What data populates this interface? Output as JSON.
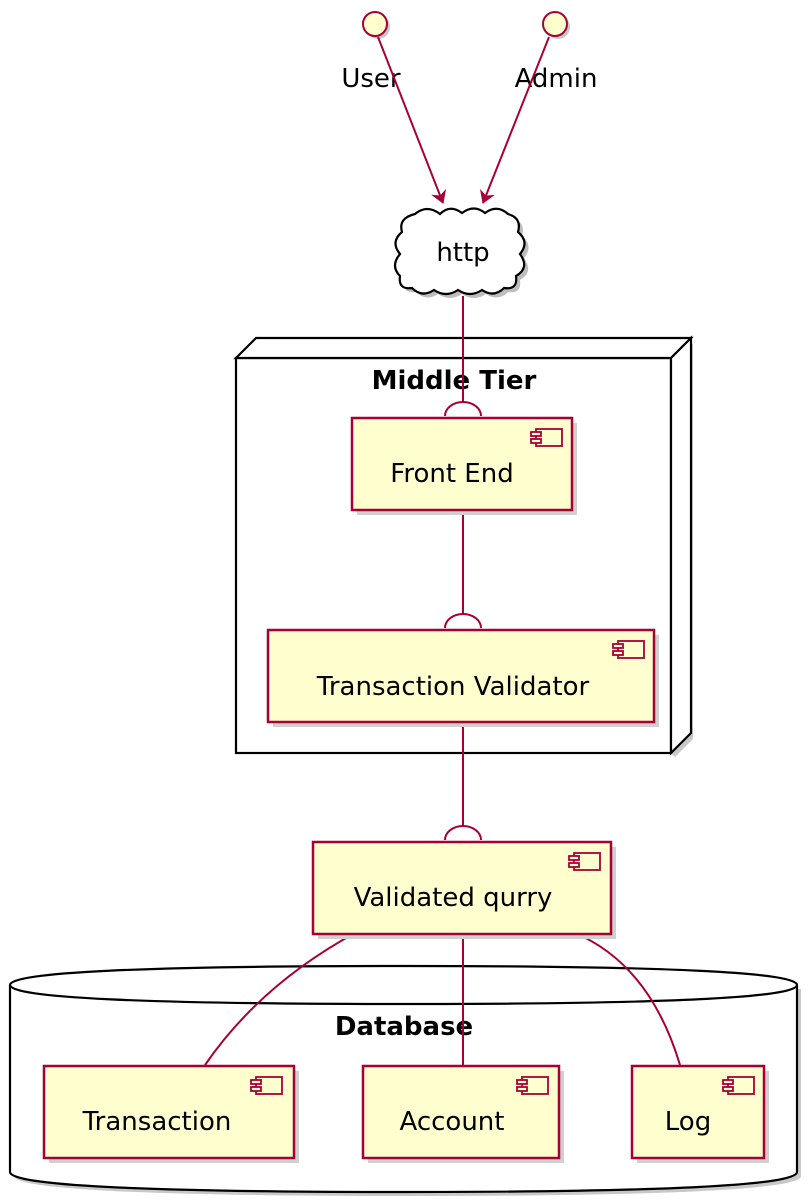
{
  "colors": {
    "component_fill": "#FEFECE",
    "component_border": "#A80036",
    "edge": "#A80036",
    "container_border": "#000000"
  },
  "actors": [
    {
      "id": "user",
      "label": "User"
    },
    {
      "id": "admin",
      "label": "Admin"
    }
  ],
  "cloud": {
    "label": "http"
  },
  "containers": {
    "middle_tier": {
      "label": "Middle Tier",
      "kind": "node"
    },
    "database": {
      "label": "Database",
      "kind": "database"
    }
  },
  "components": {
    "front_end": "Front End",
    "transaction_validator": "Transaction Validator",
    "validated_qurry": "Validated qurry",
    "transaction": "Transaction",
    "account": "Account",
    "log": "Log"
  },
  "edges": [
    {
      "from": "User",
      "to": "http",
      "style": "arrow"
    },
    {
      "from": "Admin",
      "to": "http",
      "style": "arrow"
    },
    {
      "from": "http",
      "to": "Front End",
      "style": "required-interface"
    },
    {
      "from": "Front End",
      "to": "Transaction Validator",
      "style": "required-interface"
    },
    {
      "from": "Transaction Validator",
      "to": "Validated qurry",
      "style": "required-interface"
    },
    {
      "from": "Validated qurry",
      "to": "Transaction",
      "style": "line"
    },
    {
      "from": "Validated qurry",
      "to": "Account",
      "style": "line"
    },
    {
      "from": "Validated qurry",
      "to": "Log",
      "style": "line"
    }
  ]
}
